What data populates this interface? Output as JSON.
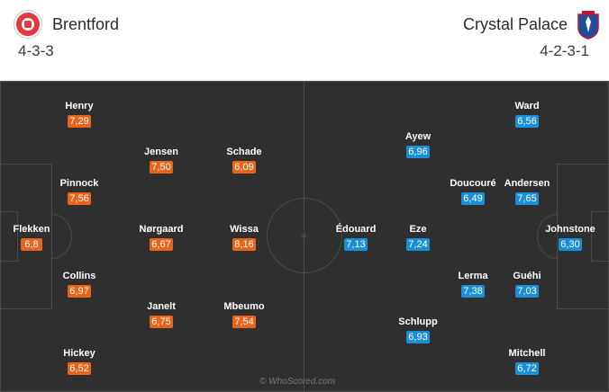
{
  "home": {
    "name": "Brentford",
    "formation": "4-3-3",
    "color": "#e8641a",
    "badge_icon": "brentford-crest-icon",
    "players": [
      {
        "name": "Flekken",
        "rating": "6,8"
      },
      {
        "name": "Henry",
        "rating": "7,29"
      },
      {
        "name": "Pinnock",
        "rating": "7,56"
      },
      {
        "name": "Collins",
        "rating": "6,97"
      },
      {
        "name": "Hickey",
        "rating": "6,52"
      },
      {
        "name": "Jensen",
        "rating": "7,50"
      },
      {
        "name": "Nørgaard",
        "rating": "6,67"
      },
      {
        "name": "Janelt",
        "rating": "6,75"
      },
      {
        "name": "Schade",
        "rating": "6,09"
      },
      {
        "name": "Wissa",
        "rating": "8,16"
      },
      {
        "name": "Mbeumo",
        "rating": "7,54"
      }
    ]
  },
  "away": {
    "name": "Crystal Palace",
    "formation": "4-2-3-1",
    "color": "#1a8fd8",
    "badge_icon": "crystal-palace-crest-icon",
    "players": [
      {
        "name": "Ward",
        "rating": "6,56"
      },
      {
        "name": "Andersen",
        "rating": "7,65"
      },
      {
        "name": "Guéhi",
        "rating": "7,03"
      },
      {
        "name": "Mitchell",
        "rating": "6,72"
      },
      {
        "name": "Doucouré",
        "rating": "6,49"
      },
      {
        "name": "Lerma",
        "rating": "7,38"
      },
      {
        "name": "Ayew",
        "rating": "6,96"
      },
      {
        "name": "Eze",
        "rating": "7,24"
      },
      {
        "name": "Schlupp",
        "rating": "6,93"
      },
      {
        "name": "Édouard",
        "rating": "7,13"
      },
      {
        "name": "Johnstone",
        "rating": "6,30"
      }
    ]
  },
  "pitch_color": "#2f2f2f",
  "watermark": "© WhoScored.com"
}
